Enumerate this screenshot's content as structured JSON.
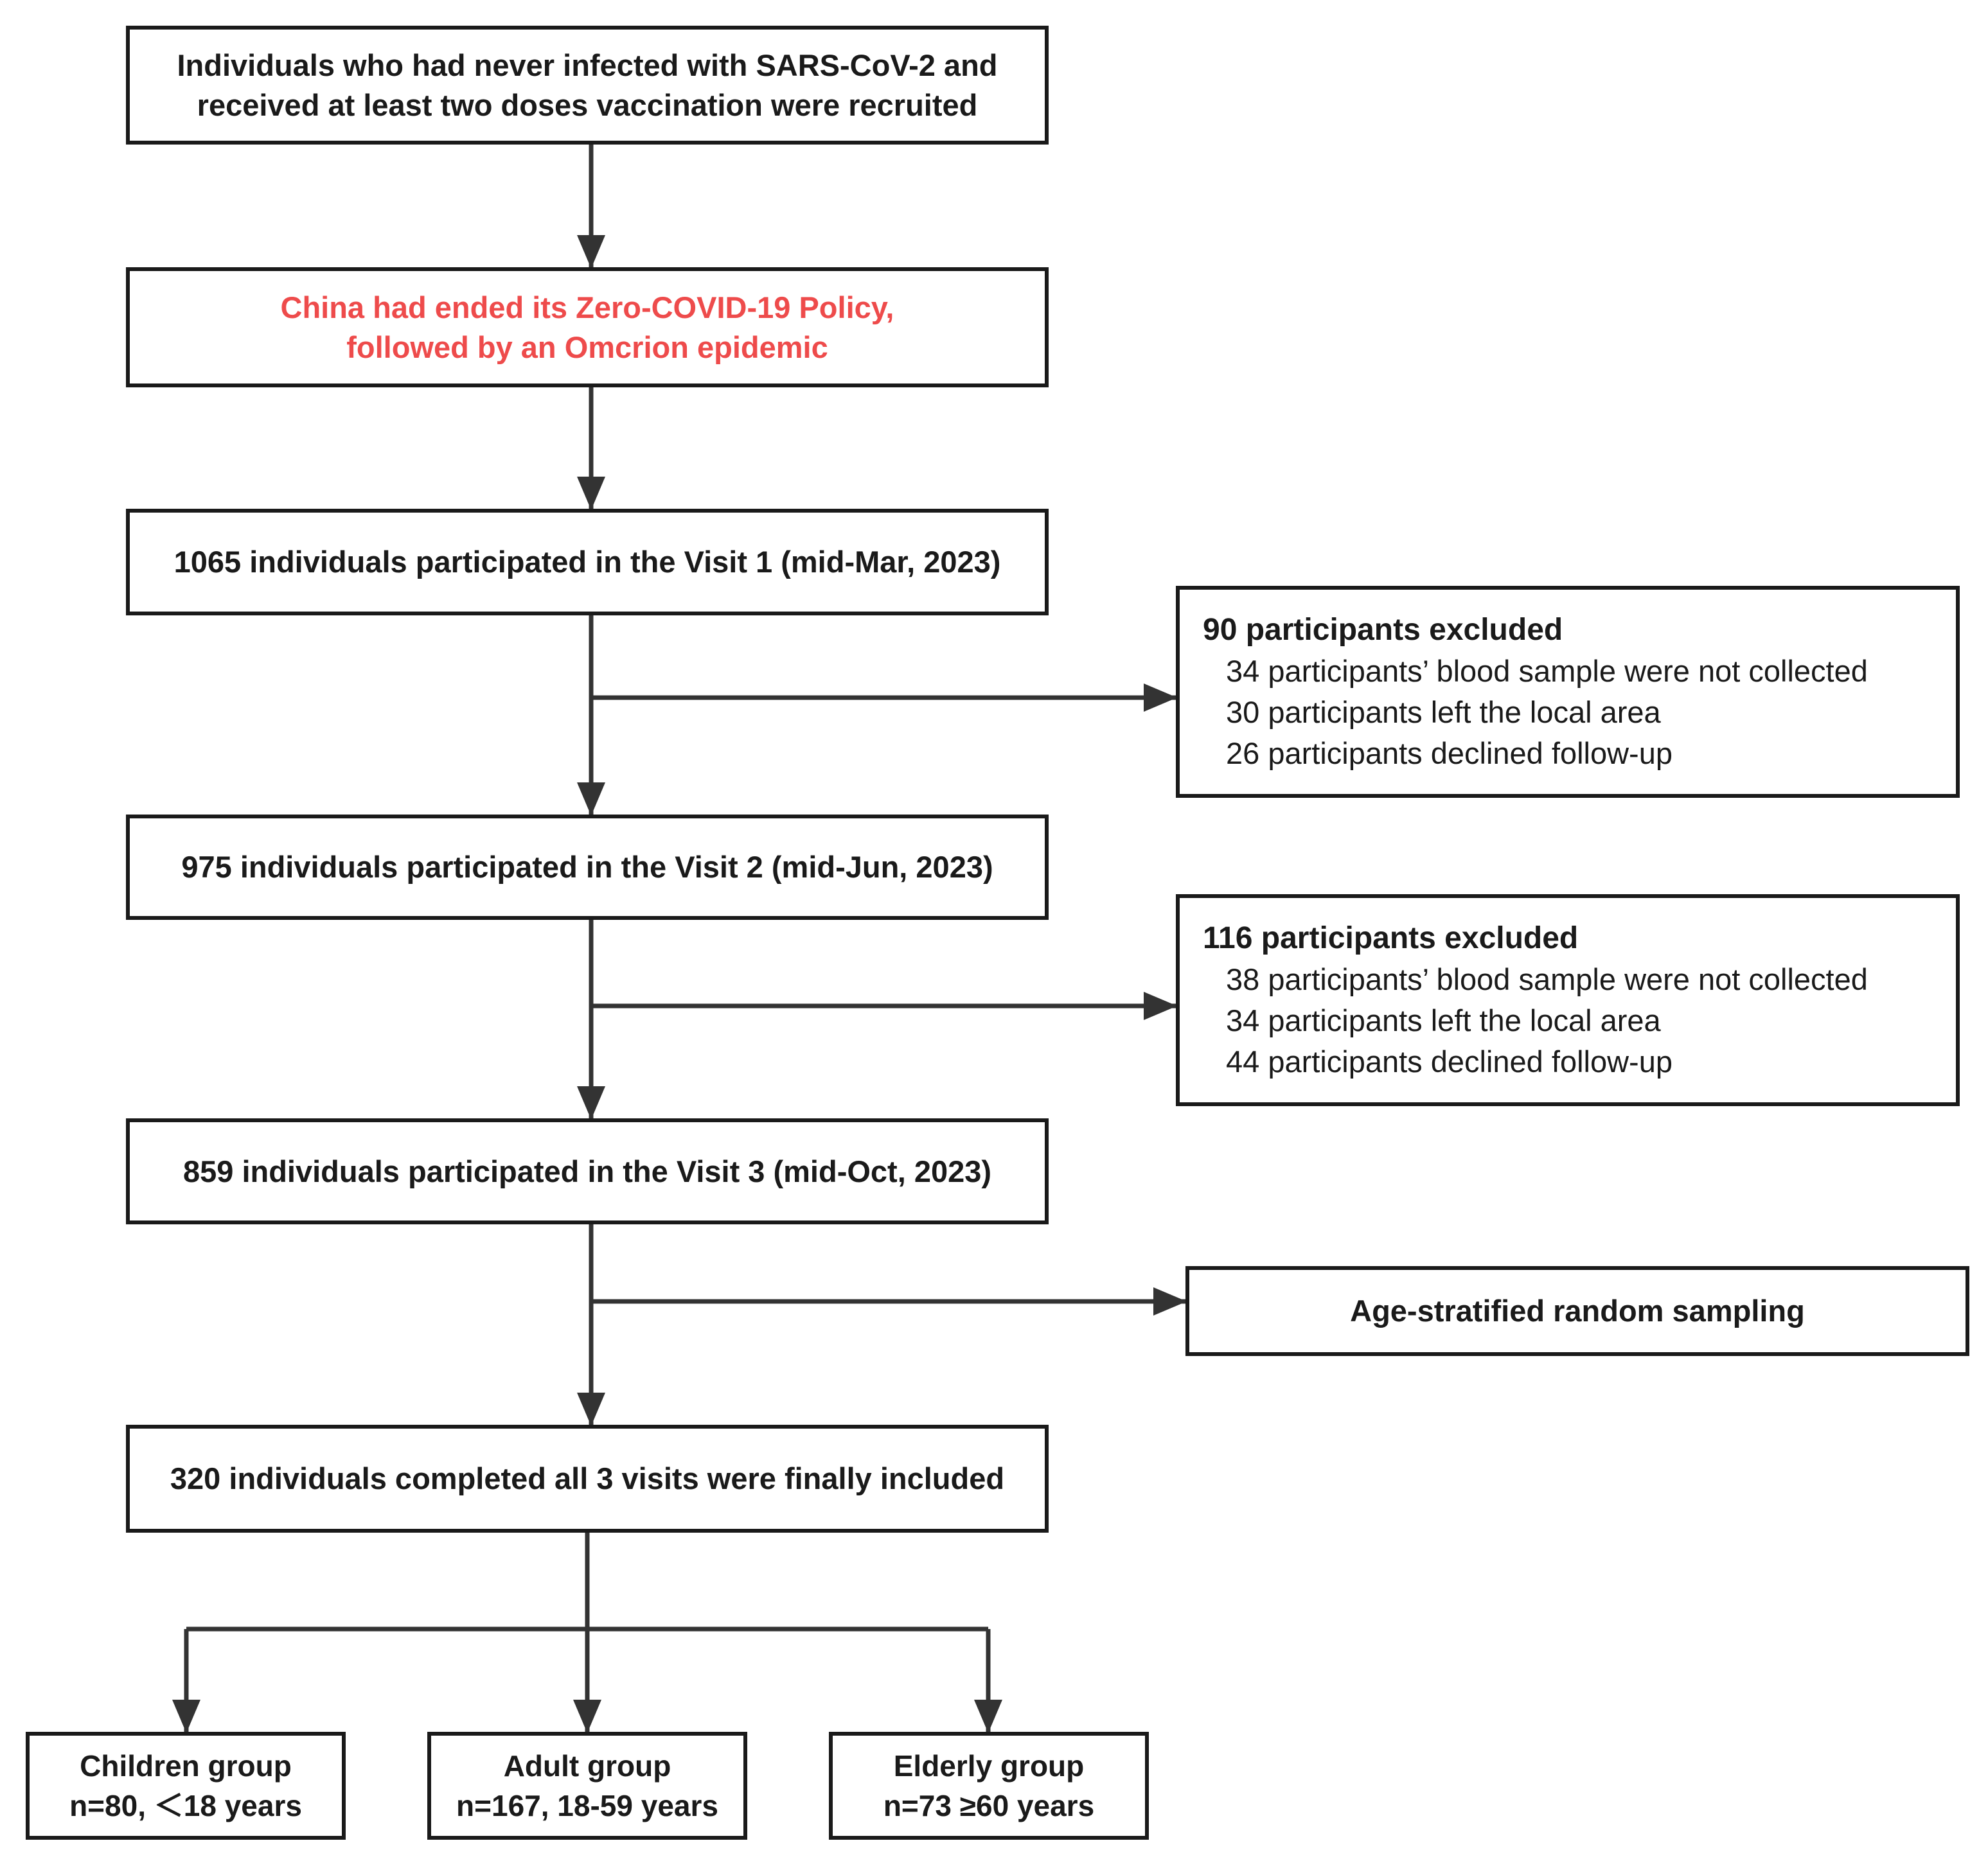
{
  "flow": {
    "recruit": {
      "line1": "Individuals who had never infected with SARS-CoV-2 and",
      "line2": "received at least two doses vaccination were recruited"
    },
    "policy": {
      "line1": "China had ended its Zero-COVID-19 Policy,",
      "line2": "followed by an Omcrion epidemic",
      "color": "#ee4b4b"
    },
    "visit1": "1065 individuals participated in the Visit 1 (mid-Mar, 2023)",
    "visit2": "975 individuals participated in the Visit 2 (mid-Jun, 2023)",
    "visit3": "859 individuals participated in the Visit 3 (mid-Oct, 2023)",
    "final": "320 individuals completed all 3 visits were finally included"
  },
  "exclusions": [
    {
      "title": "90 participants excluded",
      "reasons": [
        "34 participants’ blood sample were not collected",
        "30 participants left the local area",
        "26 participants declined follow-up"
      ]
    },
    {
      "title": "116 participants excluded",
      "reasons": [
        "38 participants’ blood sample were not collected",
        "34 participants left the local area",
        "44 participants declined follow-up"
      ]
    }
  ],
  "sampling": "Age-stratified random sampling",
  "groups": [
    {
      "name": "Children group",
      "detail": "n=80, ＜18 years"
    },
    {
      "name": "Adult group",
      "detail": "n=167, 18-59 years"
    },
    {
      "name": "Elderly group",
      "detail": "n=73 ≥60 years"
    }
  ]
}
